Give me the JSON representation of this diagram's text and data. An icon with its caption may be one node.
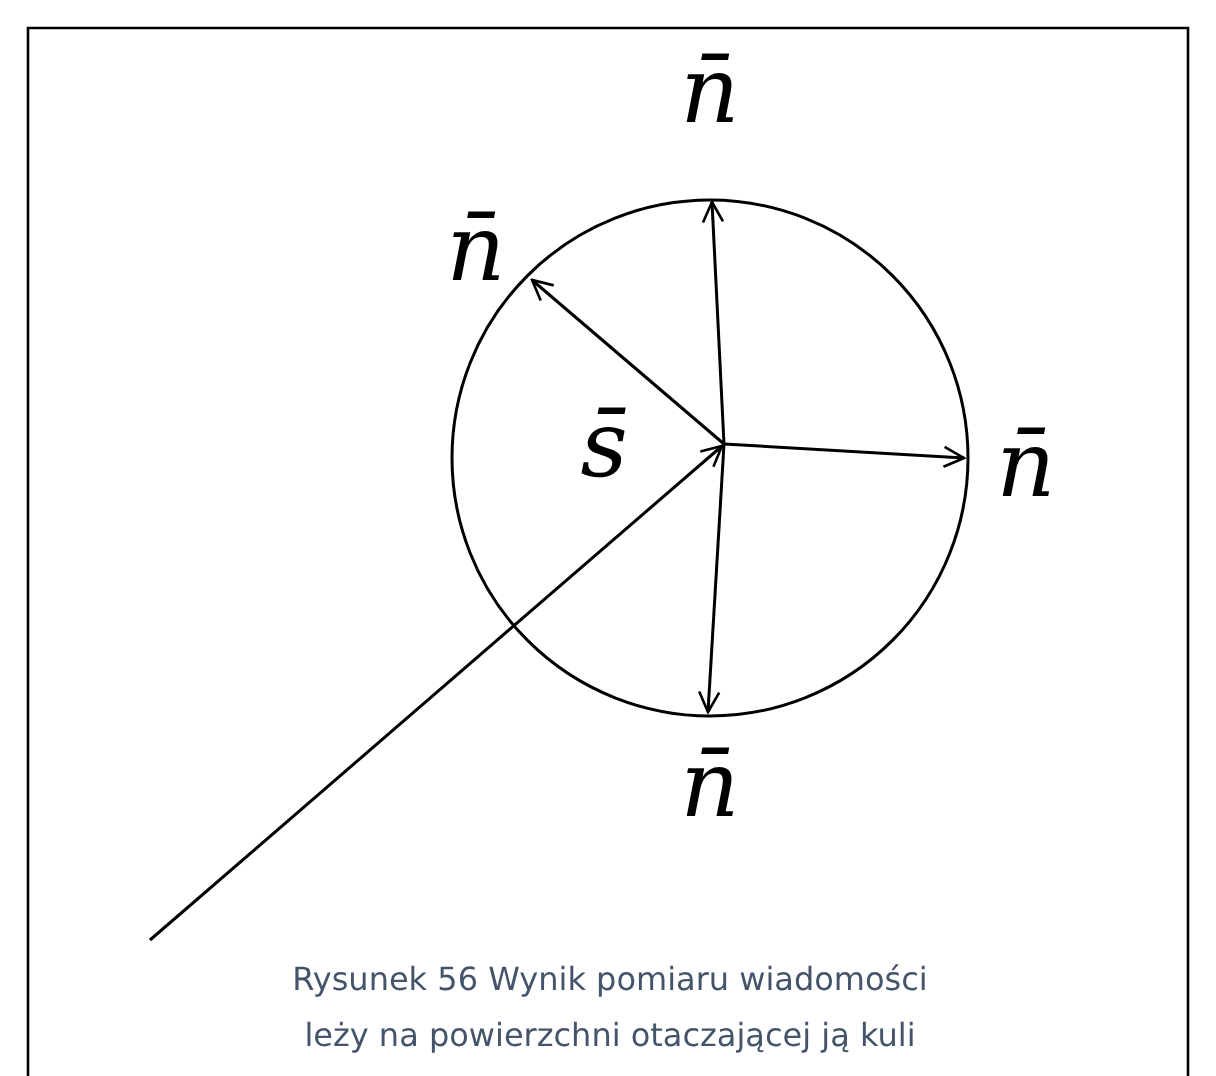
{
  "diagram": {
    "caption": "Rysunek 56 Wynik pomiaru wiadomości leży na powierzchni otaczającej ją kuli",
    "labels": [
      "n̄",
      "n̄",
      "s̄",
      "n̄",
      "n̄"
    ]
  }
}
